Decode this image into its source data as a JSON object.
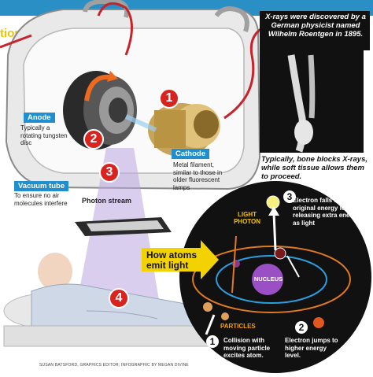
{
  "title_fragment": "tion",
  "xray_caption": "X-rays were discovered by a German physicist named Wilhelm Roentgen in 1895.",
  "bone_caption": "Typically, bone blocks X-rays, while soft tissue allows them to proceed.",
  "anode": {
    "label": "Anode",
    "desc": "Typically a rotating tungsten disc"
  },
  "cathode": {
    "label": "Cathode",
    "desc": "Metal filament, similar to those in older fluorescent lamps"
  },
  "vacuum": {
    "label": "Vacuum tube",
    "desc": "To ensure no air molecules interfere"
  },
  "photon_stream": "Photon stream",
  "how_atoms": "How atoms emit light",
  "light_photon": "LIGHT PHOTON",
  "nucleus": "NUCLEUS",
  "particles": "PARTICLES",
  "steps": [
    {
      "n": "1",
      "text": "Collision with moving particle excites atom."
    },
    {
      "n": "2",
      "text": "Electron jumps to higher energy level."
    },
    {
      "n": "3",
      "text": "Electron falls back to original energy level, releasing extra energy as light"
    }
  ],
  "tube_numbers": [
    "1",
    "2",
    "3",
    "4"
  ],
  "credit": "SUSAN BATSFORD, GRAPHICS EDITOR; INFOGRAPHIC BY MEGAN DIVINE",
  "colors": {
    "blue": "#1f8fd0",
    "red": "#d8231f",
    "yellow": "#f2c200",
    "purple": "#9b4fc4"
  }
}
